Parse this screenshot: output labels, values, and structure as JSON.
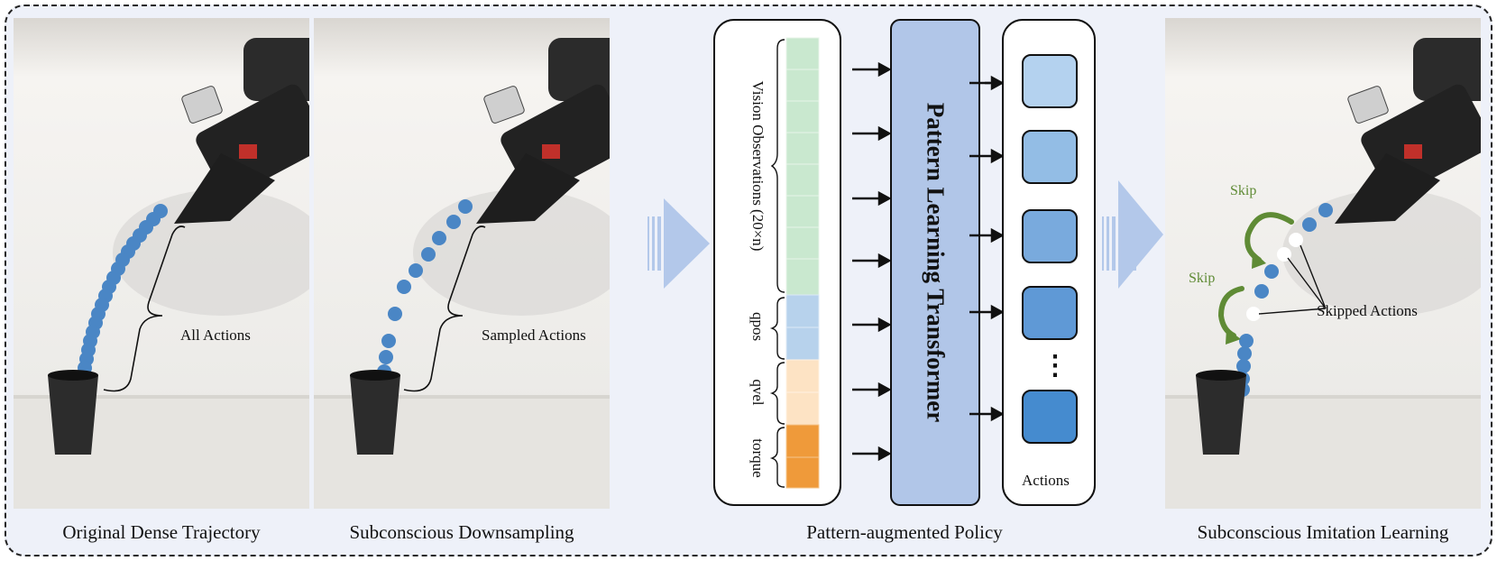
{
  "panels": {
    "dense": {
      "caption": "Original Dense Trajectory",
      "label": "All Actions"
    },
    "down": {
      "caption": "Subconscious Downsampling",
      "label": "Sampled Actions"
    },
    "policy": {
      "caption": "Pattern-augmented Policy",
      "transformer_label": "Pattern Learning Transformer",
      "inputs": {
        "vision": "Vision Observations (20×n)",
        "qpos": "qpos",
        "qvel": "qvel",
        "torque": "torque"
      },
      "actions_label": "Actions",
      "ellipsis": "⋮"
    },
    "imitation": {
      "caption": "Subconscious Imitation Learning",
      "skip1": "Skip",
      "skip2": "Skip",
      "skipped_label": "Skipped Actions"
    }
  },
  "colors": {
    "vision": "#c9e8cf",
    "qpos": "#b7d2ec",
    "qvel": "#fde3c4",
    "torque": "#ef9a3a",
    "transformer": "#b1c6e8",
    "dot": "#4a86c5",
    "skip_arrow": "#5f8b35",
    "big_arrow": "#b3c8ea"
  }
}
